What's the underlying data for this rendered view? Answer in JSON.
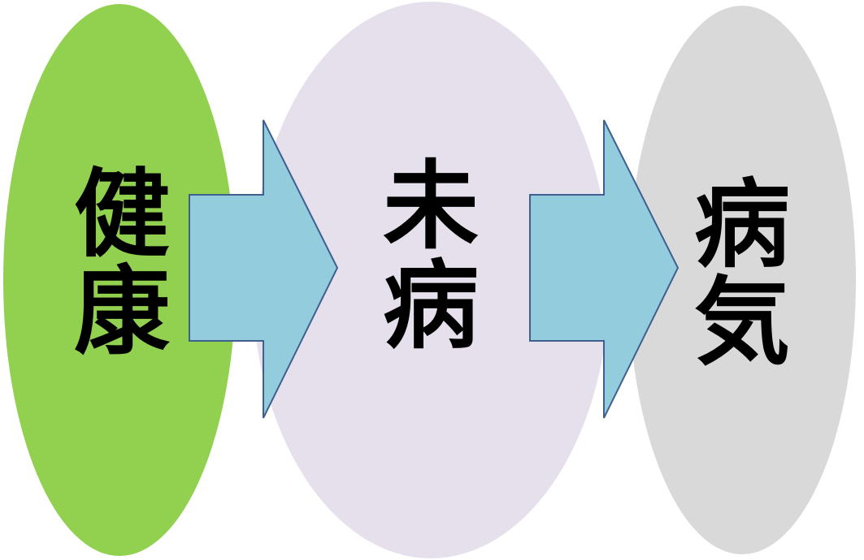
{
  "diagram": {
    "colors": {
      "background": "#ffffff",
      "text": "#000000",
      "arrow_fill": "#93cddd",
      "arrow_stroke": "#3f5f8f"
    },
    "stages": [
      {
        "label_chars": [
          "健",
          "康"
        ],
        "color": "#92d050"
      },
      {
        "label_chars": [
          "未",
          "病"
        ],
        "color": "#e6e0ec"
      },
      {
        "label_chars": [
          "病",
          "気"
        ],
        "color": "#d9d9d9"
      }
    ],
    "arrows": [
      {
        "direction": "right"
      },
      {
        "direction": "right"
      }
    ]
  }
}
